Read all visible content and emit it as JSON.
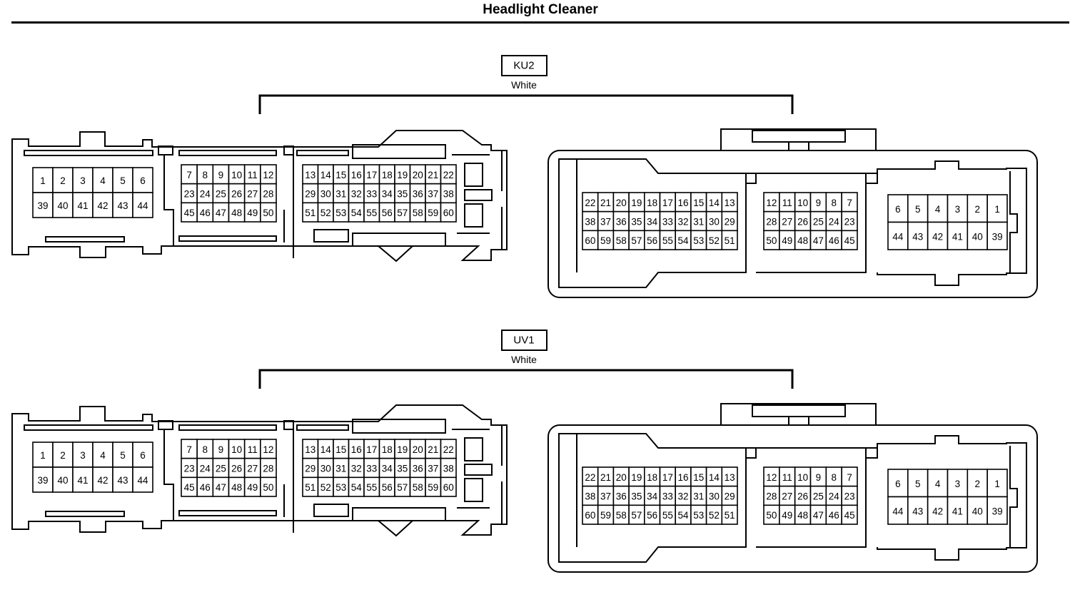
{
  "title": "Headlight Cleaner",
  "connectors": [
    {
      "code": "KU2",
      "color": "White"
    },
    {
      "code": "UV1",
      "color": "White"
    }
  ],
  "pin_groups": {
    "a": {
      "rows": [
        [
          "1",
          "2",
          "3",
          "4",
          "5",
          "6"
        ],
        [
          "39",
          "40",
          "41",
          "42",
          "43",
          "44"
        ]
      ]
    },
    "b": {
      "rows": [
        [
          "7",
          "8",
          "9",
          "10",
          "11",
          "12"
        ],
        [
          "23",
          "24",
          "25",
          "26",
          "27",
          "28"
        ],
        [
          "45",
          "46",
          "47",
          "48",
          "49",
          "50"
        ]
      ]
    },
    "c": {
      "rows": [
        [
          "13",
          "14",
          "15",
          "16",
          "17",
          "18",
          "19",
          "20",
          "21",
          "22"
        ],
        [
          "29",
          "30",
          "31",
          "32",
          "33",
          "34",
          "35",
          "36",
          "37",
          "38"
        ],
        [
          "51",
          "52",
          "53",
          "54",
          "55",
          "56",
          "57",
          "58",
          "59",
          "60"
        ]
      ]
    },
    "d": {
      "rows": [
        [
          "22",
          "21",
          "20",
          "19",
          "18",
          "17",
          "16",
          "15",
          "14",
          "13"
        ],
        [
          "38",
          "37",
          "36",
          "35",
          "34",
          "33",
          "32",
          "31",
          "30",
          "29"
        ],
        [
          "60",
          "59",
          "58",
          "57",
          "56",
          "55",
          "54",
          "53",
          "52",
          "51"
        ]
      ]
    },
    "e": {
      "rows": [
        [
          "12",
          "11",
          "10",
          "9",
          "8",
          "7"
        ],
        [
          "28",
          "27",
          "26",
          "25",
          "24",
          "23"
        ],
        [
          "50",
          "49",
          "48",
          "47",
          "46",
          "45"
        ]
      ]
    },
    "f": {
      "rows": [
        [
          "6",
          "5",
          "4",
          "3",
          "2",
          "1"
        ],
        [
          "44",
          "43",
          "42",
          "41",
          "40",
          "39"
        ]
      ]
    }
  }
}
